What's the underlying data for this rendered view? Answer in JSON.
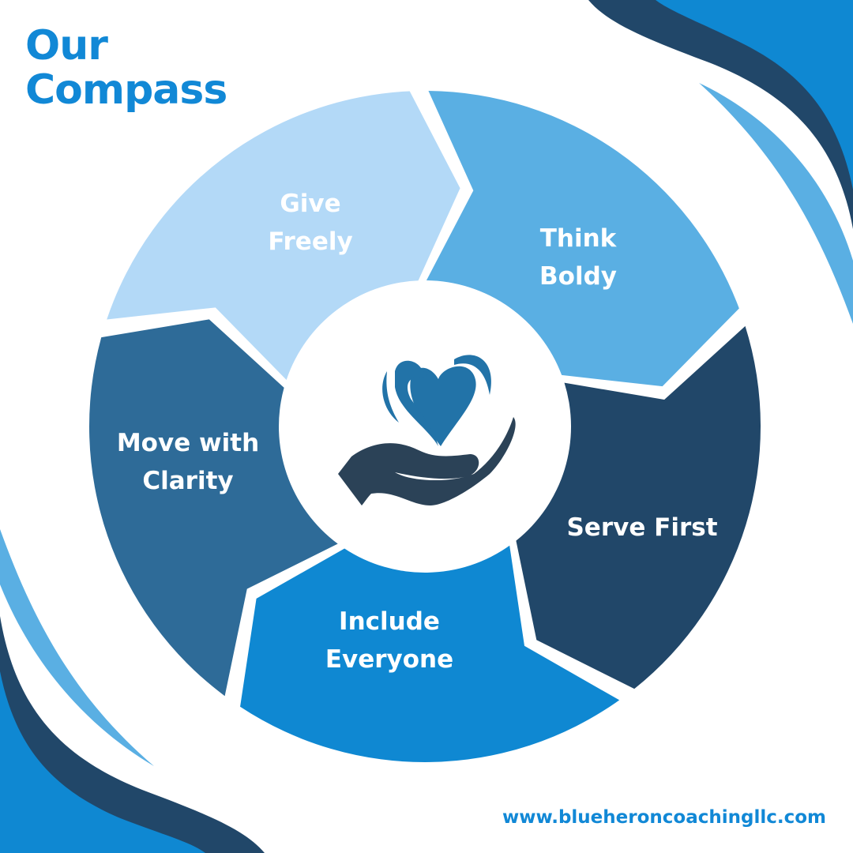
{
  "title": {
    "line1": "Our",
    "line2": "Compass"
  },
  "segments": [
    {
      "label_line1": "Give",
      "label_line2": "Freely",
      "color": "#5aafe3"
    },
    {
      "label_line1": "Think",
      "label_line2": "Boldy",
      "color": "#214769"
    },
    {
      "label_line1": "Serve First",
      "label_line2": "",
      "color": "#0f88d2"
    },
    {
      "label_line1": "Include",
      "label_line2": "Everyone",
      "color": "#2e6b98"
    },
    {
      "label_line1": "Move with",
      "label_line2": "Clarity",
      "color": "#b3d9f7"
    }
  ],
  "center_icon": "heron-heart-hand-icon",
  "website": "www.blueheroncoachingllc.com",
  "colors": {
    "brand_blue": "#1188d6",
    "navy": "#214769",
    "light_blue": "#5aafe3"
  }
}
